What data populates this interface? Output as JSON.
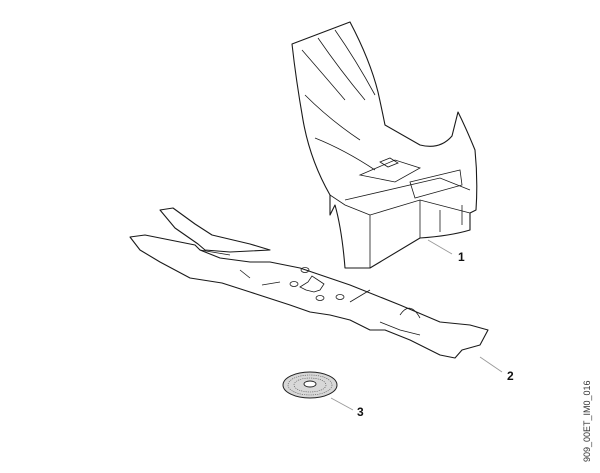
{
  "diagram": {
    "type": "parts-exploded-view",
    "parts": [
      {
        "number": "1",
        "name": "grass-deflector"
      },
      {
        "number": "2",
        "name": "mower-blade"
      },
      {
        "number": "3",
        "name": "blade-washer"
      }
    ],
    "image_code": "909_00ET_IM0_016"
  },
  "callouts": {
    "c1": "1",
    "c2": "2",
    "c3": "3"
  }
}
